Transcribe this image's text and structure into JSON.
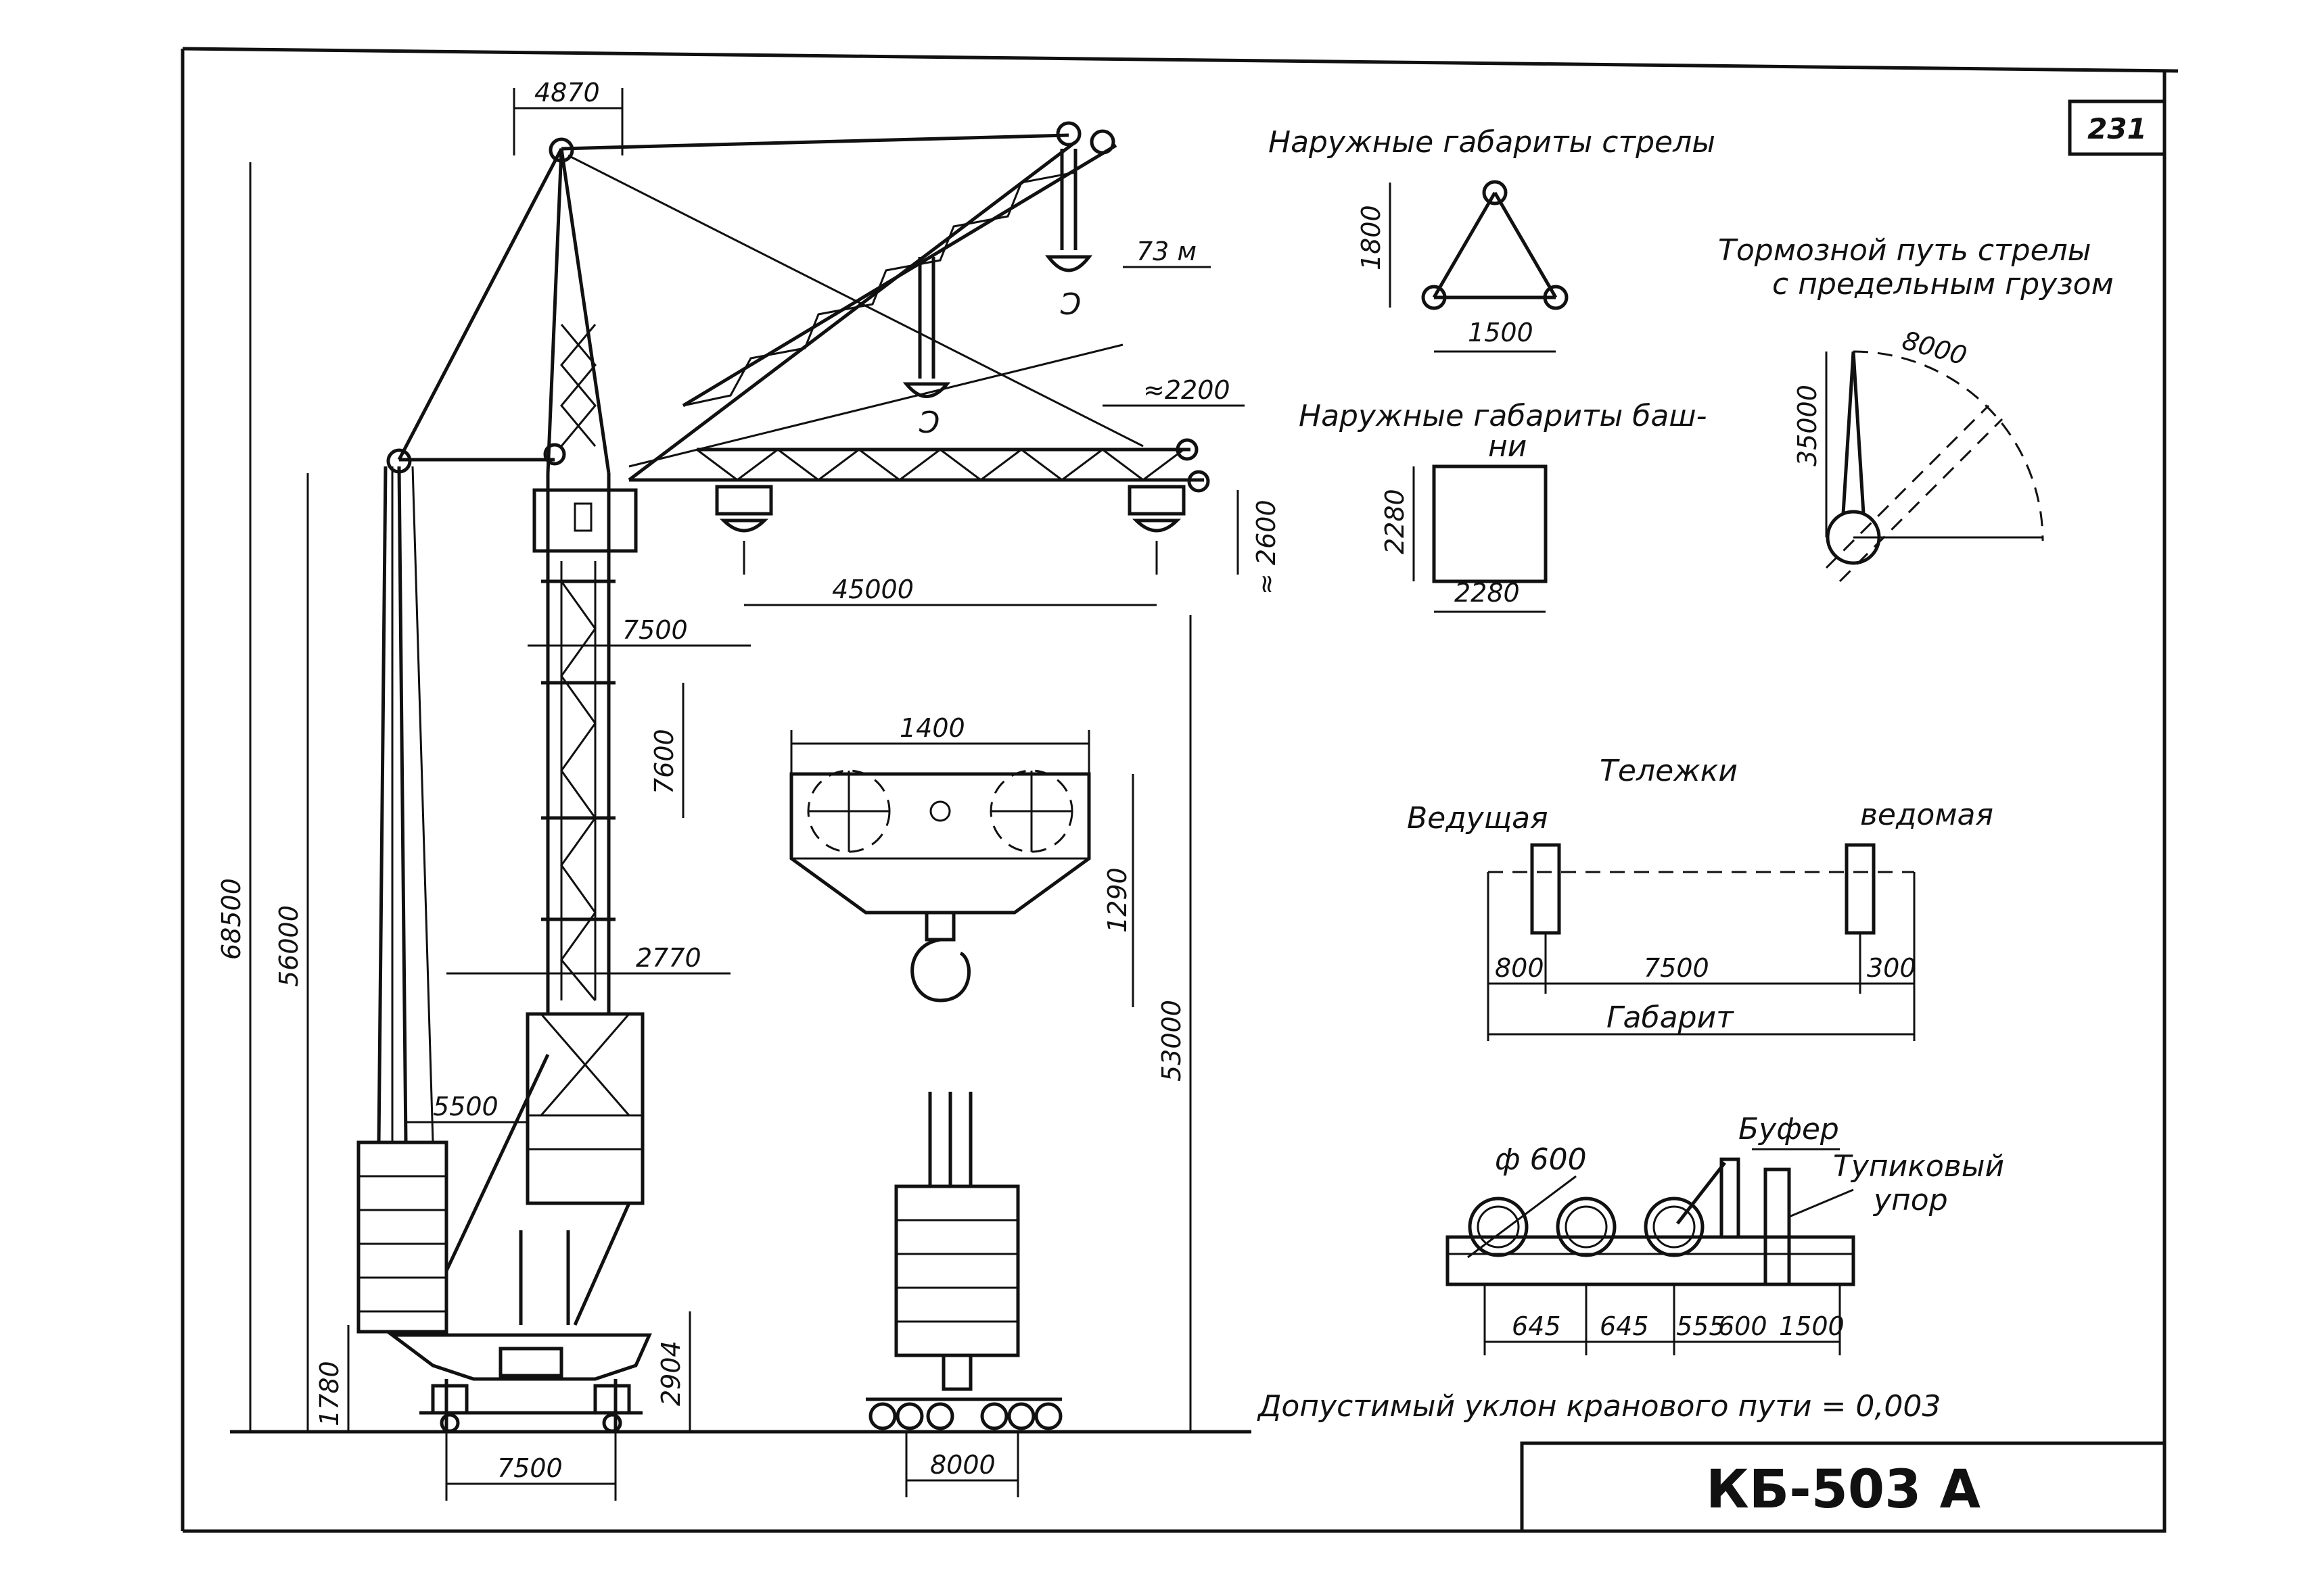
{
  "page_number": "231",
  "model": "КБ-503 А",
  "slope_note": "Допустимый уклон кранового пути = 0,003",
  "boom_section": {
    "title": "Наружные габариты стрелы",
    "height": "1800",
    "width": "1500"
  },
  "tower_section": {
    "title_line1": "Наружные габариты баш-",
    "title_line2": "ни",
    "height": "2280",
    "width": "2280"
  },
  "braking": {
    "title_line1": "Тормозной путь стрелы",
    "title_line2": "с предельным грузом",
    "arc": "8000",
    "height": "35000"
  },
  "bogies": {
    "title": "Тележки",
    "driving": "Ведущая",
    "driven": "ведомая",
    "left": "800",
    "mid": "7500",
    "right": "300",
    "overall": "Габарит"
  },
  "buffer": {
    "wheel_dia": "ф 600",
    "buffer_label": "Буфер",
    "stop_line1": "Тупиковый",
    "stop_line2": "упор",
    "d1": "645",
    "d2": "645",
    "d3": "555",
    "d4": "600",
    "d5": "1500"
  },
  "hook_block": {
    "width": "1400",
    "height": "1290"
  },
  "crane": {
    "top_width": "4870",
    "hook_marker": "73 м",
    "overhang": "≈2200",
    "jib_reach": "45000",
    "hook_drop": "≈ 2600",
    "tower_offset": "7500",
    "section_height": "7600",
    "offset_2770": "2770",
    "offset_5500": "5500",
    "total_height": "68500",
    "jib_height": "56000",
    "hook_height": "53000",
    "base_1780": "1780",
    "base_2904": "2904",
    "track_gauge": "7500",
    "side_track": "8000"
  }
}
